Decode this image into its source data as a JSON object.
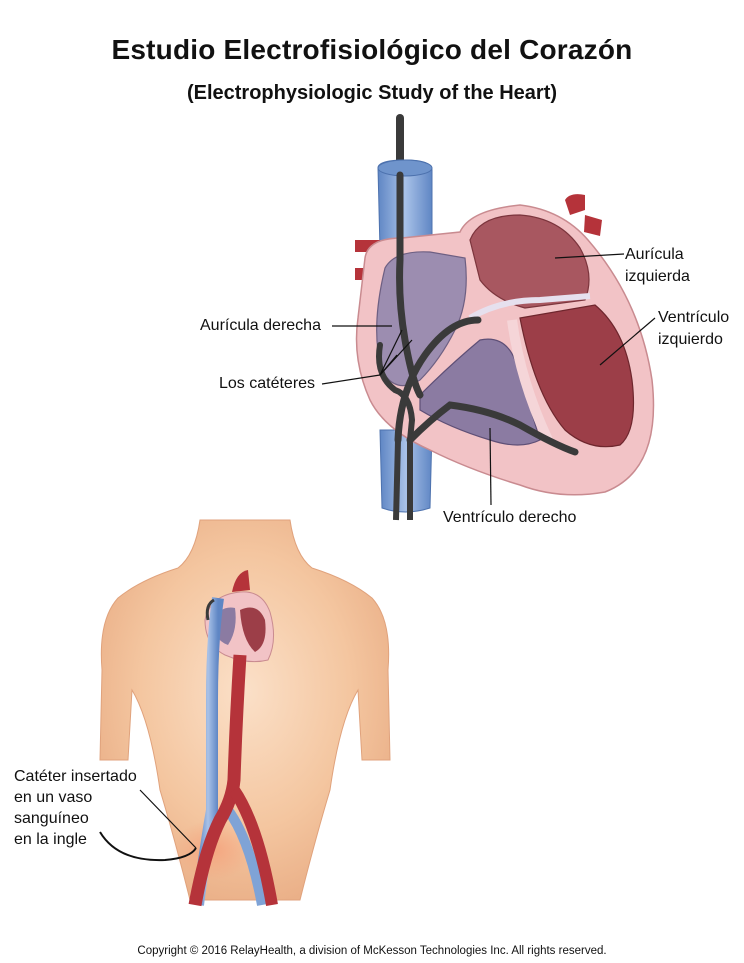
{
  "title": "Estudio Electrofisiológico del Corazón",
  "subtitle": "(Electrophysiologic Study of the Heart)",
  "labels": {
    "left_atrium_1": "Aurícula",
    "left_atrium_2": "izquierda",
    "left_ventricle_1": "Ventrículo",
    "left_ventricle_2": "izquierdo",
    "right_atrium": "Aurícula derecha",
    "catheters": "Los catéteres",
    "right_ventricle": "Ventrículo derecho",
    "groin_1": "Catéter insertado",
    "groin_2": "en un vaso",
    "groin_3": "sanguíneo",
    "groin_4": "en la ingle"
  },
  "copyright": "Copyright © 2016 RelayHealth, a division of McKesson Technologies Inc. All rights reserved.",
  "colors": {
    "vein": "#7fa3d6",
    "artery": "#b5333a",
    "myocardium": "#f2c3c6",
    "chamber_purple": "#8f7fa6",
    "chamber_red": "#a85760",
    "catheter": "#3a3a3a",
    "skin": "#f4c6a0"
  }
}
